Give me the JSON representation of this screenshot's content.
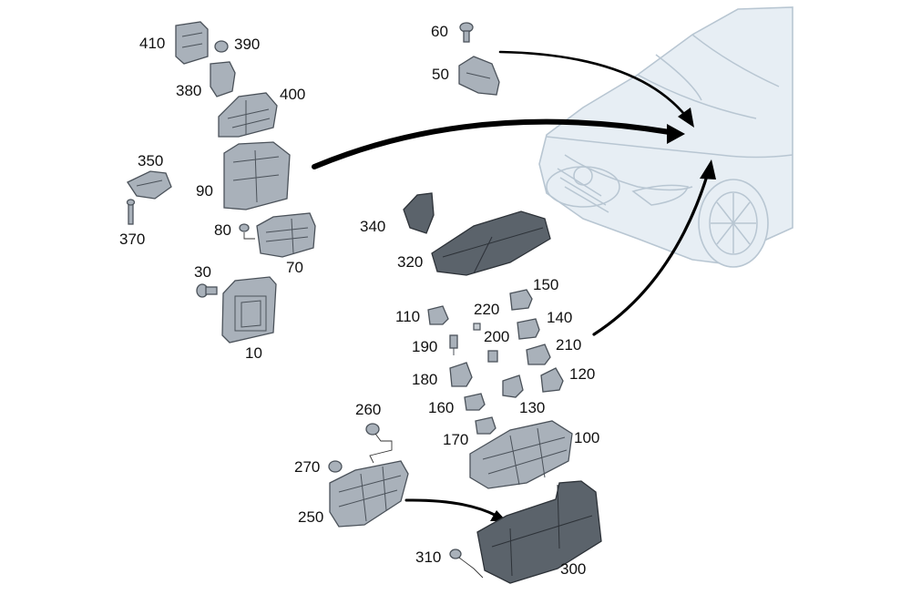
{
  "labels": {
    "p10": "10",
    "p30": "30",
    "p50": "50",
    "p60": "60",
    "p70": "70",
    "p80": "80",
    "p90": "90",
    "p100": "100",
    "p110": "110",
    "p120": "120",
    "p130": "130",
    "p140": "140",
    "p150": "150",
    "p160": "160",
    "p170": "170",
    "p180": "180",
    "p190": "190",
    "p200": "200",
    "p210": "210",
    "p220": "220",
    "p250": "250",
    "p260": "260",
    "p270": "270",
    "p300": "300",
    "p310": "310",
    "p320": "320",
    "p340": "340",
    "p350": "350",
    "p370": "370",
    "p380": "380",
    "p390": "390",
    "p400": "400",
    "p410": "410"
  },
  "colors": {
    "part": "#a9b1ba",
    "part_dark": "#5b636b",
    "car_body": "#e7eef4",
    "arrow": "#000000"
  }
}
